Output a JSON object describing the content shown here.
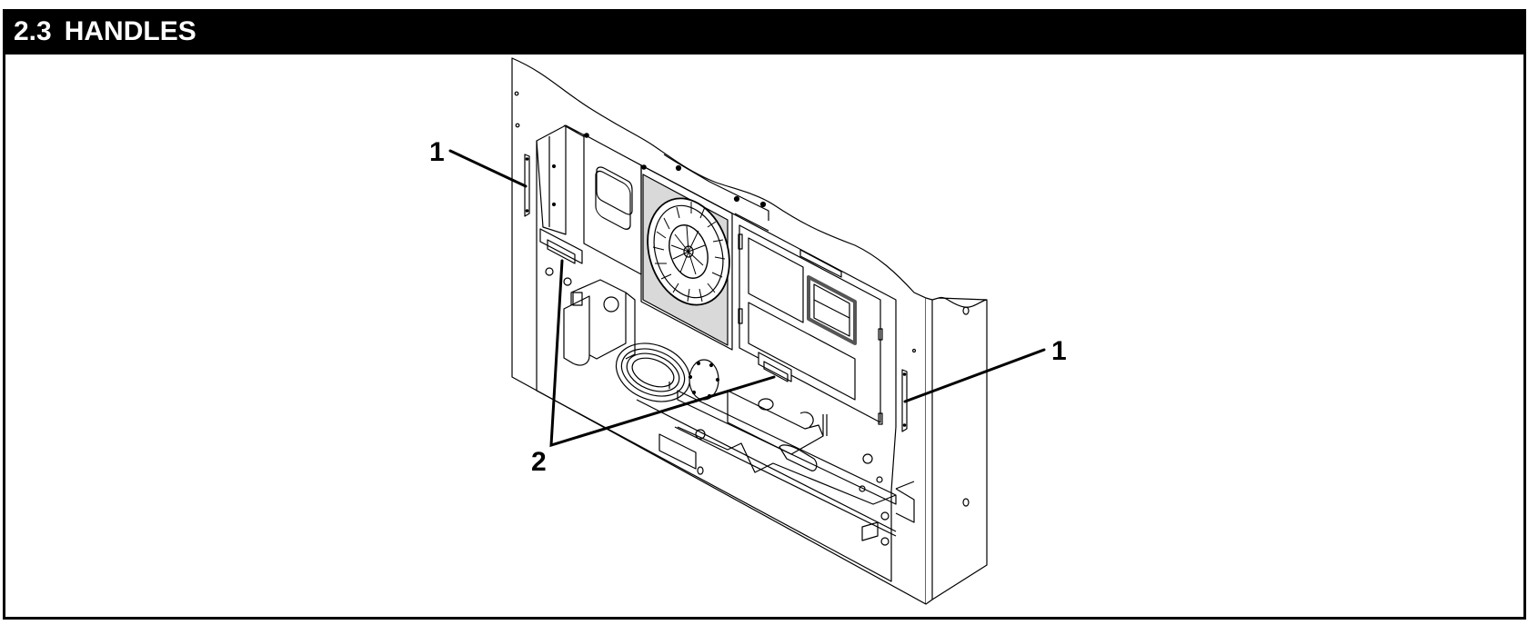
{
  "section": {
    "number": "2.3",
    "title": "HANDLES"
  },
  "figure": {
    "description": "Isometric line drawing of an equipment unit with front panel partially cut away, showing fan, control box, coil and handle locations",
    "callouts": [
      {
        "id": "handle-left",
        "label": "1",
        "refers_to": "side handle (left)"
      },
      {
        "id": "handle-right",
        "label": "1",
        "refers_to": "side handle (right)"
      },
      {
        "id": "handles-inner",
        "label": "2",
        "refers_to": "inner panel handles"
      }
    ],
    "colors": {
      "line": "#000000",
      "fan_panel_fill": "#d9d9d9",
      "window_frame": "#555555"
    }
  }
}
